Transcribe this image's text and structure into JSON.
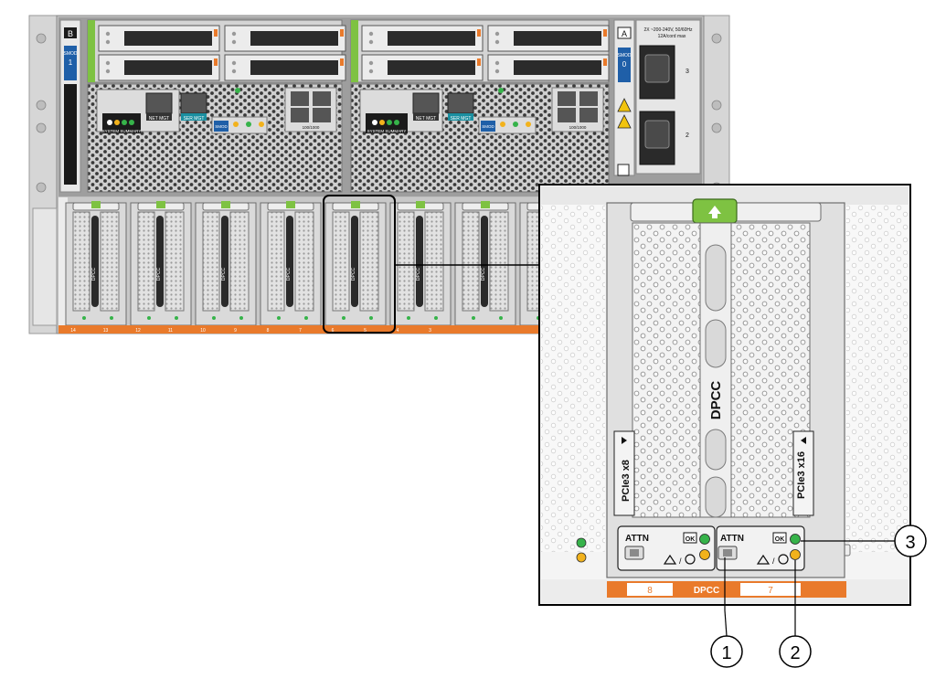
{
  "chassis": {
    "smod_left": {
      "letter": "B",
      "label": "SMOD",
      "number": "1"
    },
    "smod_right": {
      "letter": "A",
      "label": "SMOD",
      "number": "0"
    },
    "spm_left": {
      "net": "NET MGT",
      "ser": "SER MGT",
      "summary": "SYSTEM SUMMARY",
      "smod": "SMOD",
      "ports": "100/1000"
    },
    "spm_right": {
      "net": "NET MGT",
      "ser": "SER MGT",
      "summary": "SYSTEM SUMMARY",
      "smod": "SMOD",
      "ports": "100/1000"
    },
    "psu": {
      "rating": "2X ~200-240V, 50/60Hz",
      "current": "12A/cord max",
      "label_a": "A",
      "cord_top": "3",
      "cord_bottom": "2"
    },
    "card_label": "DPCC",
    "slot_labels": [
      "14",
      "13",
      "12",
      "11",
      "10",
      "9",
      "8",
      "7",
      "6",
      "5",
      "4",
      "3"
    ]
  },
  "detail": {
    "module_label": "DPCC",
    "pcie_left": "PCIe3 x8",
    "pcie_right": "PCIe3 x16",
    "attn": "ATTN",
    "ok": "OK",
    "slot_left": "8",
    "slot_center": "DPCC",
    "slot_right": "7"
  },
  "callouts": [
    "1",
    "2",
    "3"
  ],
  "colors": {
    "orange": "#e97a2b",
    "led_green": "#36b34a",
    "led_amber": "#f2b21c",
    "latch_green": "#7ec242",
    "smod_blue": "#1f5fa8",
    "net_teal": "#1a8fa0"
  }
}
